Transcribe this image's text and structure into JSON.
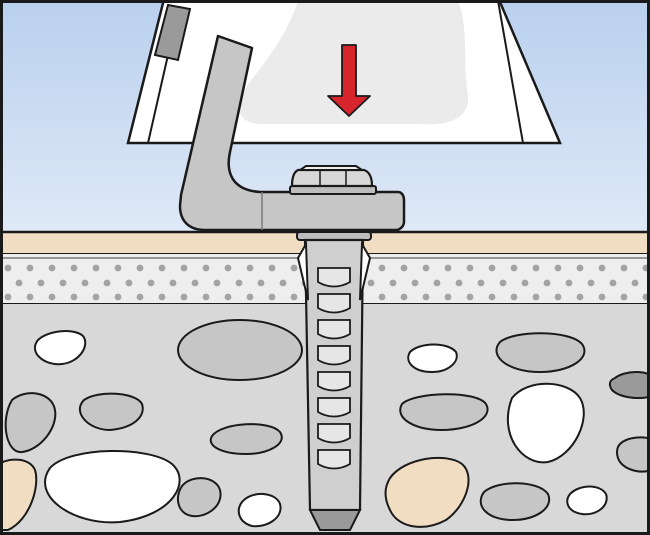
{
  "illustration": {
    "components": [
      "mounted-object",
      "angle-bracket",
      "hex-bolt",
      "washer",
      "nylon-wall-plug",
      "finish-layer",
      "insulation-layer",
      "masonry-base"
    ],
    "load_arrow": {
      "direction": "down",
      "color": "#d7252e"
    },
    "colors": {
      "sky": "#c9dcf4",
      "finish_layer": "#f1ddc2",
      "insulation": "#eeeeee",
      "insulation_dots": "#a3a3a3",
      "masonry": "#d8d8d8",
      "bracket": "#c6c6c6",
      "plug": "#cfcfcf",
      "outline": "#1a1a1a"
    }
  }
}
